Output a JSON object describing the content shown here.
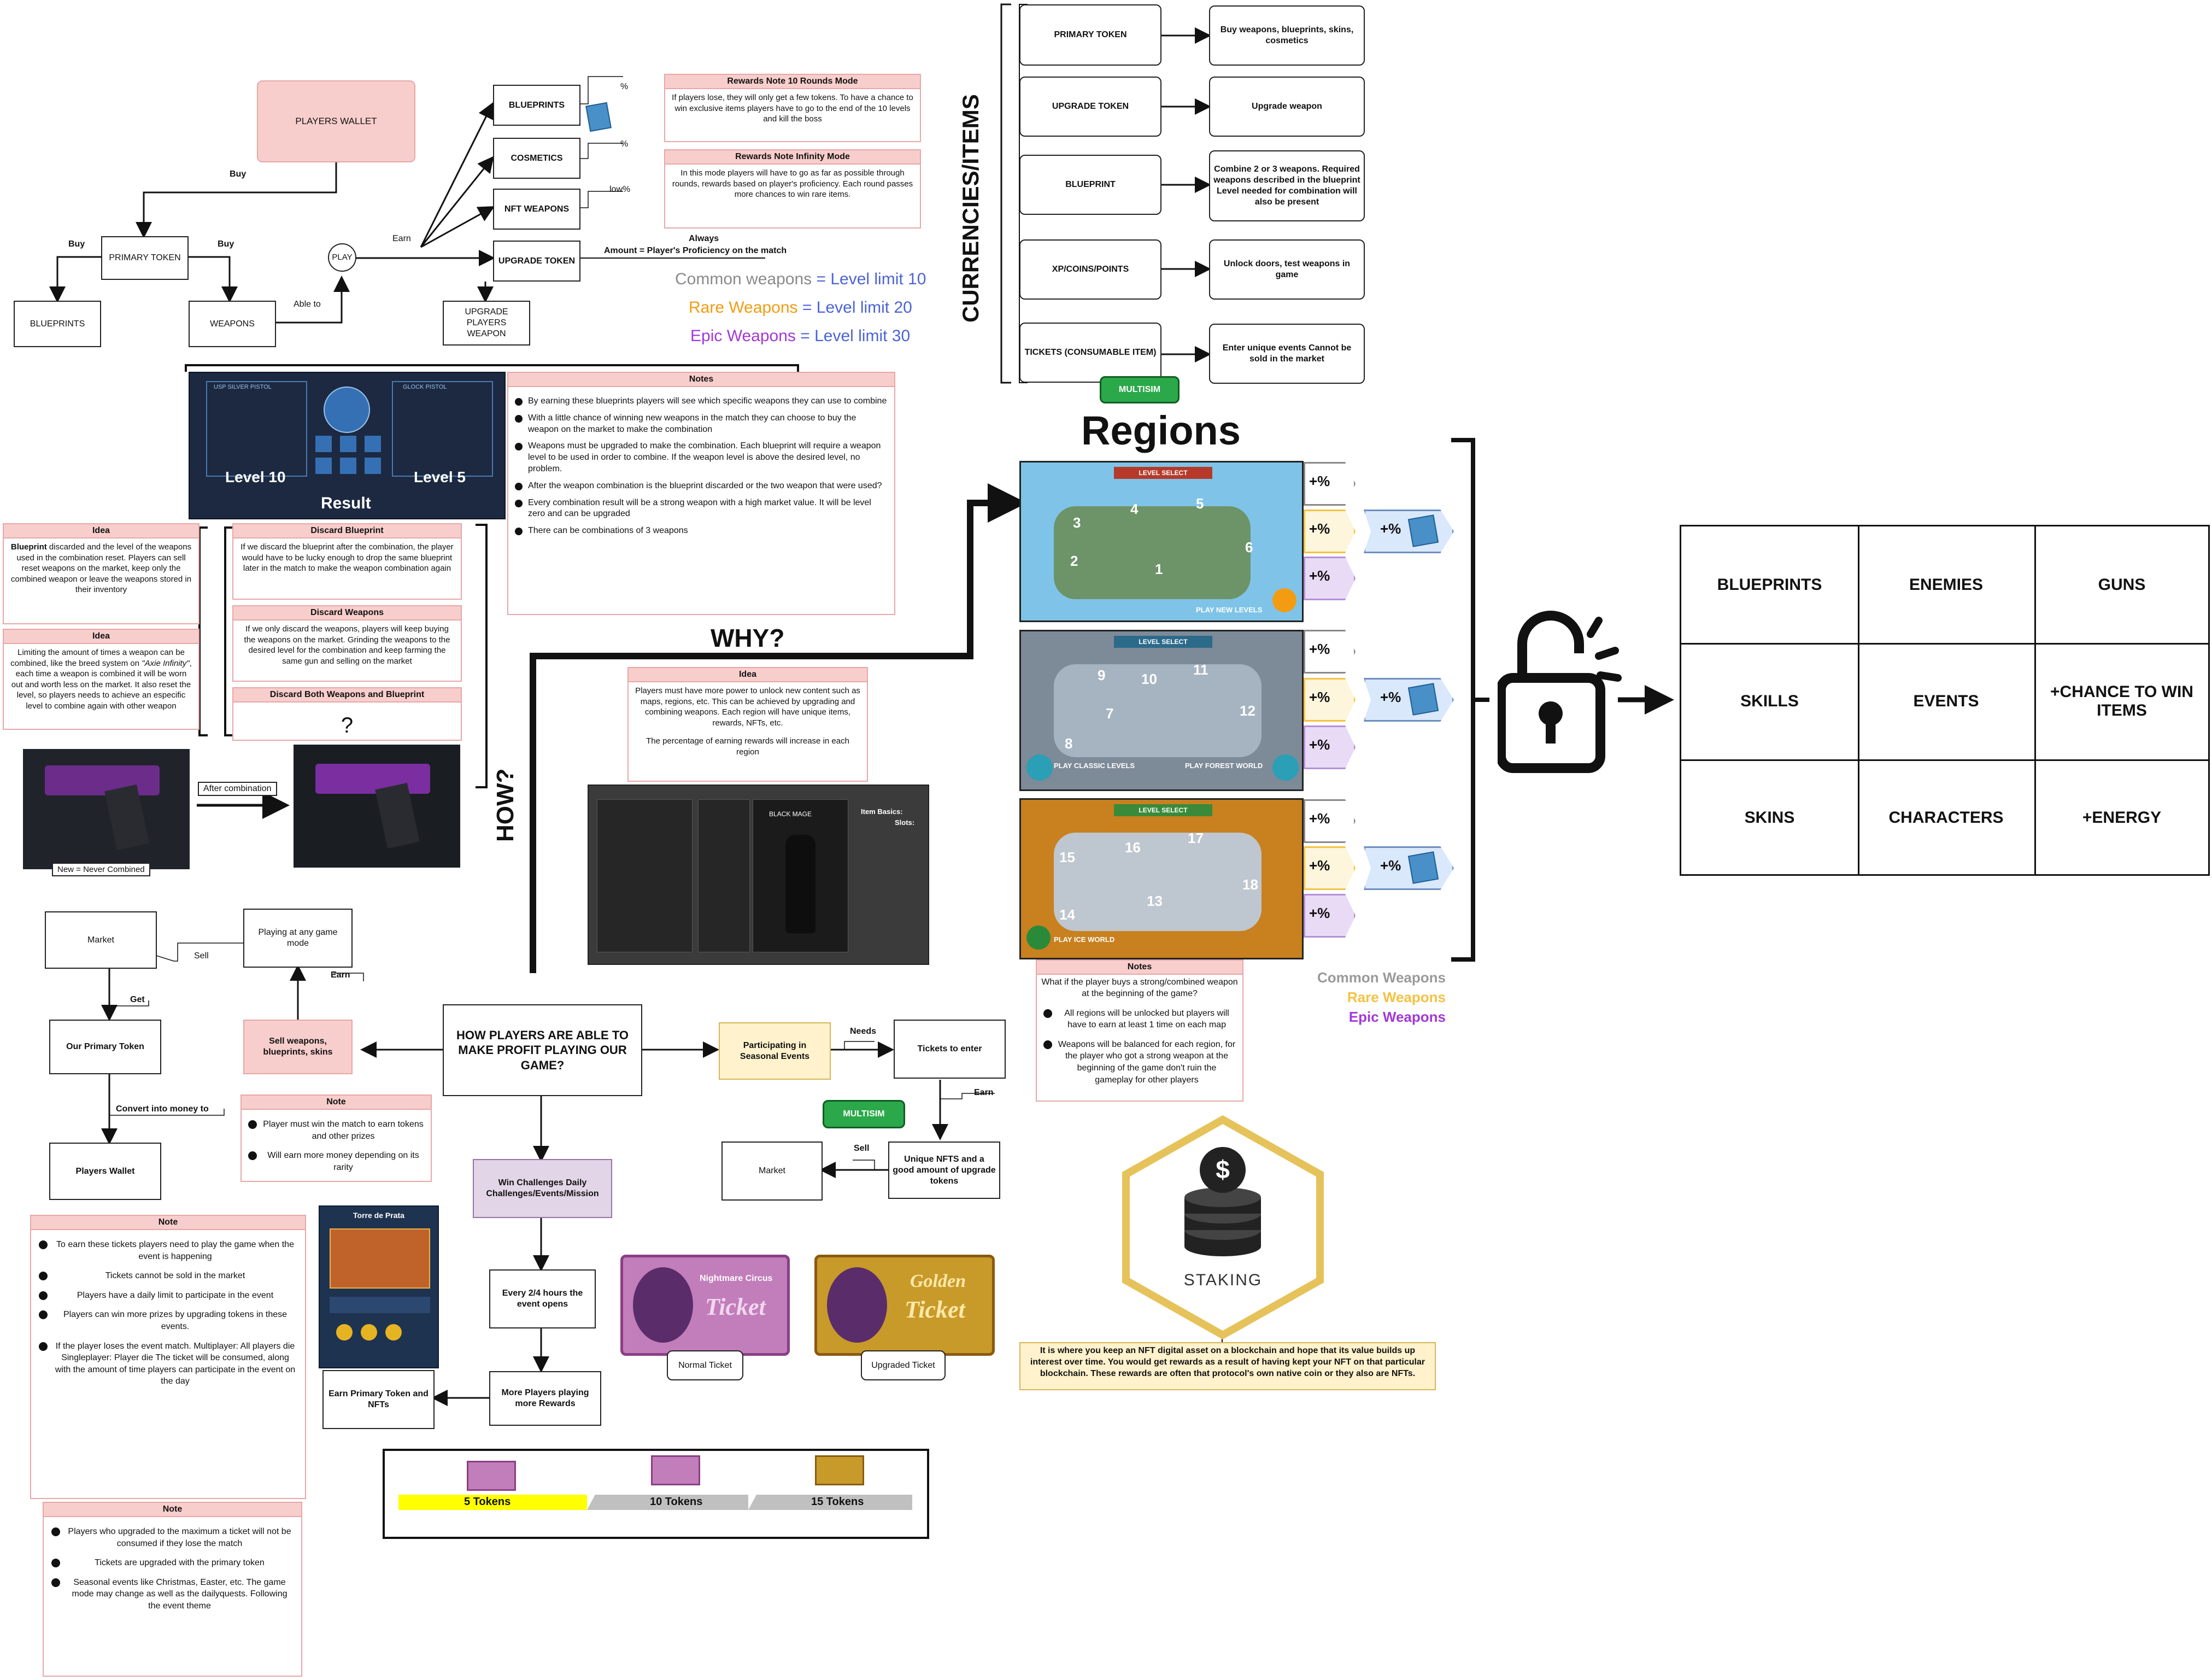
{
  "wallet": {
    "players_wallet": "PLAYERS WALLET"
  },
  "flow": {
    "buy": "Buy",
    "primary_token": "PRIMARY TOKEN",
    "blueprints": "BLUEPRINTS",
    "weapons": "WEAPONS",
    "able_to": "Able to",
    "play": "PLAY",
    "earn": "Earn",
    "bp_item": "BLUEPRINTS",
    "cosmetics": "COSMETICS",
    "nft_weapons": "NFT WEAPONS",
    "upgrade_token": "UPGRADE TOKEN",
    "upgrade_players_weapon": "UPGRADE PLAYERS WEAPON",
    "pct1": "%",
    "pct2": "%",
    "low_pct": "low%",
    "always": "Always",
    "amount_note": "Amount = Player's Proficiency on the match"
  },
  "rewards_notes": [
    {
      "title": "Rewards Note 10 Rounds Mode",
      "text": "If players lose, they will only get a few tokens. To have a chance to win exclusive items players have to go to the end of the 10 levels and kill the boss"
    },
    {
      "title": "Rewards Note Infinity Mode",
      "text": "In this mode players will have to go as far as possible through rounds, rewards based on player's proficiency. Each round passes more chances to win rare items."
    }
  ],
  "weapon_tiers": [
    {
      "name": "Common weapons",
      "limit": "= Level limit 10",
      "color": "#8a8a8a"
    },
    {
      "name": "Rare Weapons",
      "limit": "= Level limit 20",
      "color": "#f39c12"
    },
    {
      "name": "Epic Weapons",
      "limit": "= Level limit 30",
      "color": "#a338d8"
    }
  ],
  "blueprint_image": {
    "pistol_left": "USP SILVER PISTOL",
    "pistol_right": "GLOCK PISTOL",
    "level_left": "Level 10",
    "level_right": "Level 5",
    "result": "Result"
  },
  "notes_main": {
    "title": "Notes",
    "items": [
      "By earning these blueprints players will see which specific weapons they can use to combine",
      "With a little chance of winning new weapons in the match they can choose to buy the weapon on the market to make the combination",
      "Weapons must be upgraded to make the combination. Each blueprint will require a weapon level to be used in order to combine. If the weapon level is above the desired level, no problem.",
      "After the weapon combination is the blueprint discarded or the two weapon that were used?",
      "Every combination result will be a strong weapon with a high market value. It will be level zero and can be upgraded",
      "There can be combinations of 3 weapons"
    ]
  },
  "idea1": {
    "title": "Idea",
    "bold": "Blueprint",
    "text": "discarded and the level of the weapons used in the combination reset. Players can sell reset weapons on the market, keep only the combined weapon or leave the weapons stored in their inventory"
  },
  "idea2": {
    "title": "Idea",
    "text_a": "Limiting the amount of times a weapon can be combined, like the breed system on",
    "italic": "\"Axie Infinity\"",
    "text_b": ", each time a weapon is combined it will be worn out and worth less on the market. It also reset the level, so players needs to achieve an especific level to combine again with other weapon"
  },
  "discard": [
    {
      "title": "Discard Blueprint",
      "text": "If we discard the blueprint after the combination, the player would have to be lucky enough to drop the same blueprint later in the match to make the weapon combination again"
    },
    {
      "title": "Discard Weapons",
      "text": "If we only discard the weapons, players will keep buying the weapons on the market. Grinding the weapons to the desired level for the combination and keep farming the same gun and selling on the market"
    },
    {
      "title": "Discard Both Weapons and Blueprint",
      "text": "?"
    }
  ],
  "combination": {
    "after": "After combination",
    "new": "New = Never Combined"
  },
  "why": "WHY?",
  "how": "HOW?",
  "idea3": {
    "title": "Idea",
    "text": "Players must have more power to unlock new content such as maps, regions, etc. This can be achieved by upgrading and combining weapons. Each region will have unique items, rewards, NFTs, etc.",
    "text2": "The percentage of earning rewards will increase in each region"
  },
  "inventory": {
    "title": "Item Basics:",
    "slots_title": "Slots:",
    "item_name": "BLACK MAGE"
  },
  "currencies": {
    "title": "CURRENCIES/ITEMS",
    "rows": [
      {
        "left": "PRIMARY TOKEN",
        "right": "Buy weapons, blueprints, skins, cosmetics"
      },
      {
        "left": "UPGRADE TOKEN",
        "right": "Upgrade weapon"
      },
      {
        "left": "BLUEPRINT",
        "right": "Combine 2 or 3 weapons. Required weapons described in the blueprint Level needed for combination will also be present"
      },
      {
        "left": "XP/COINS/POINTS",
        "right": "Unlock doors, test weapons in game"
      },
      {
        "left": "TICKETS (CONSUMABLE ITEM)",
        "right": "Enter unique events Cannot be sold in the market"
      }
    ]
  },
  "multisim": "MULTISIM",
  "regions": {
    "title": "Regions",
    "level_select": "LEVEL SELECT",
    "maps": [
      {
        "nums": [
          "3",
          "4",
          "5",
          "2",
          "6",
          "1"
        ],
        "btn": "PLAY NEW LEVELS"
      },
      {
        "nums": [
          "9",
          "10",
          "11",
          "12",
          "8",
          "7"
        ],
        "btn_left": "PLAY CLASSIC LEVELS",
        "btn_right": "PLAY FOREST WORLD"
      },
      {
        "nums": [
          "15",
          "16",
          "17",
          "18",
          "14",
          "13"
        ],
        "btn": "PLAY ICE WORLD"
      }
    ],
    "plus": "+%"
  },
  "regions_note": {
    "title": "Notes",
    "question": "What if the player buys a strong/combined weapon at the beginning of the game?",
    "items": [
      "All regions will be unlocked but players will have to earn at least 1 time on each map",
      "Weapons will be balanced for each region, for the player who got a strong weapon at the beginning of the game don't ruin the gameplay for other players"
    ]
  },
  "legend": [
    {
      "text": "Common Weapons",
      "color": "#9a9a9a"
    },
    {
      "text": "Rare Weapons",
      "color": "#f5c242"
    },
    {
      "text": "Epic Weapons",
      "color": "#a338d8"
    }
  ],
  "unlock_grid": [
    [
      "BLUEPRINTS",
      "ENEMIES",
      "GUNS"
    ],
    [
      "SKILLS",
      "EVENTS",
      "+CHANCE TO WIN ITEMS"
    ],
    [
      "SKINS",
      "CHARACTERS",
      "+ENERGY"
    ]
  ],
  "staking": {
    "label": "STAKING",
    "text": "It is where you keep an NFT digital asset on a blockchain and hope that its value builds up interest over time. You would get rewards as a result of having kept your NFT on that particular blockchain. These rewards are often that protocol's own native coin or they also are NFTs."
  },
  "profit": {
    "center": "HOW PLAYERS ARE ABLE TO MAKE PROFIT PLAYING OUR GAME?",
    "market": "Market",
    "sell": "Sell",
    "playing": "Playing at any game mode",
    "earn": "Earn",
    "get": "Get",
    "our_token": "Our Primary Token",
    "sell_weapons": "Sell weapons, blueprints, skins",
    "convert": "Convert into money to",
    "players_wallet": "Players Wallet",
    "participating": "Participating in Seasonal Events",
    "needs": "Needs",
    "tickets_enter": "Tickets to enter",
    "earn2": "Earn",
    "unique_nfts": "Unique NFTS and a good amount of upgrade tokens",
    "sell2": "Sell",
    "market2": "Market",
    "win_challenges": "Win Challenges Daily Challenges/Events/Mission",
    "every": "Every 2/4 hours the event opens",
    "more_players": "More Players playing more Rewards",
    "earn_primary": "Earn Primary Token and NFTs"
  },
  "note_profit": {
    "title": "Note",
    "items": [
      "Player must win the match to earn tokens and other prizes",
      "Will earn more money depending on its rarity"
    ]
  },
  "note_tickets": {
    "title": "Note",
    "items": [
      "To earn these tickets players need to play the game when the event is happening",
      "Tickets cannot be sold in the market",
      "Players have a daily limit to participate in the event",
      "Players can win more prizes by upgrading tokens in these events.",
      "If the player loses the event match. Multiplayer: All players die Singleplayer: Player die The ticket will be consumed, along with the amount of time players can participate in the event on the day"
    ]
  },
  "note_upgrade": {
    "title": "Note",
    "items": [
      "Players who upgraded to the maximum a ticket will not be consumed if they lose the match",
      "Tickets are upgraded with the primary token",
      "Seasonal events like Christmas, Easter, etc. The game mode may change as well as the dailyquests. Following the event theme"
    ]
  },
  "event_card": {
    "title": "Torre de Prata"
  },
  "tickets": {
    "normal": "Normal Ticket",
    "upgraded": "Upgraded Ticket",
    "normal_word": "Ticket",
    "upgraded_top": "Golden",
    "upgraded_word": "Ticket",
    "normal_top": "Nightmare Circus"
  },
  "token_bar": [
    "5 Tokens",
    "10 Tokens",
    "15 Tokens"
  ]
}
